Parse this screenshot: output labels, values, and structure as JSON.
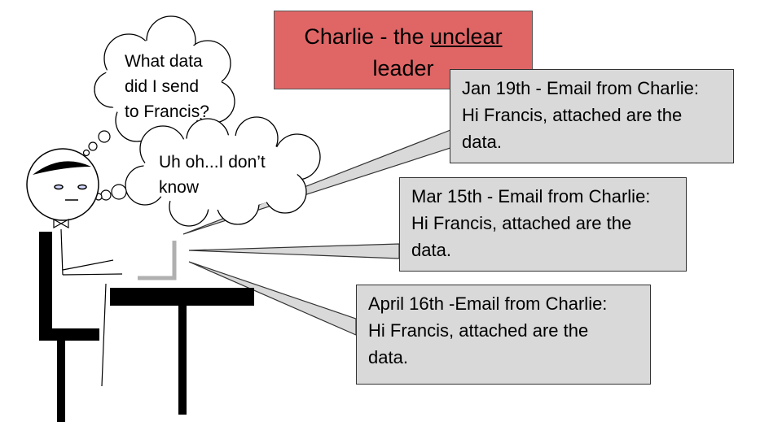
{
  "title": {
    "prefix": "Charlie - the ",
    "emphasis": "unclear",
    "suffix": "leader"
  },
  "thoughts": {
    "first": [
      "What data",
      "did I send",
      "to Francis?"
    ],
    "second": [
      "Uh oh...I don’t",
      "know"
    ]
  },
  "emails": [
    {
      "header": "Jan 19th - Email from Charlie:",
      "line1": "Hi Francis, attached are the",
      "line2": "data."
    },
    {
      "header": "Mar 15th - Email from Charlie:",
      "line1": "Hi Francis, attached are the",
      "line2": "data."
    },
    {
      "header": "April 16th -Email from Charlie:",
      "line1": "Hi Francis, attached are the",
      "line2": "data."
    }
  ],
  "colors": {
    "title_fill": "#e06666",
    "email_fill": "#d9d9d9",
    "laptop": "#b0b0b0"
  }
}
